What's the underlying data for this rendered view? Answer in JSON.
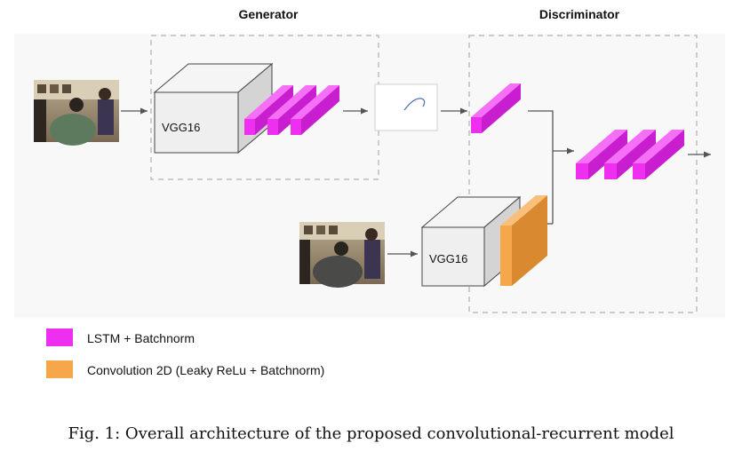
{
  "diagram": {
    "generator_title": "Generator",
    "discriminator_title": "Discriminator",
    "vgg_generator_label": "VGG16",
    "vgg_discriminator_label": "VGG16",
    "legend": {
      "lstm_label": "LSTM + Batchnorm",
      "conv_label": "Convolution 2D (Leaky ReLu + Batchnorm)"
    },
    "colors": {
      "lstm": "#ee2ff0",
      "conv": "#f5a74a",
      "vgg_face": "#efefef",
      "dashed_border": "#bdbdbd",
      "arrow": "#555555"
    }
  },
  "caption": "Fig. 1: Overall architecture of the proposed convolutional-recurrent model"
}
